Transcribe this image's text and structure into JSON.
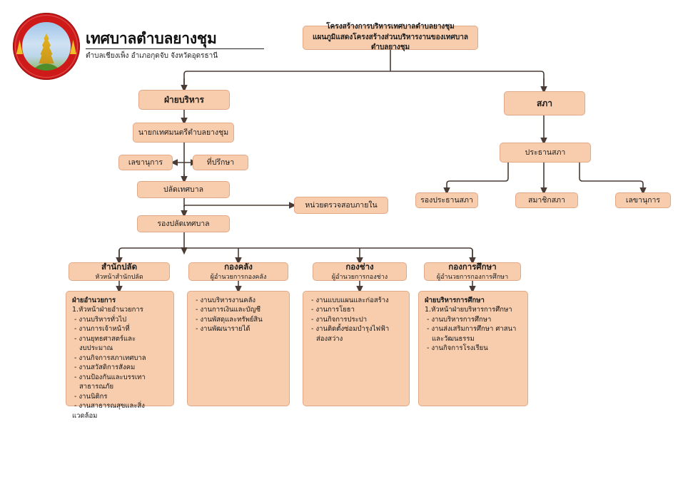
{
  "header": {
    "municipality_name": "เทศบาลตำบลยางชุม",
    "municipality_subtitle": "ตำบลเชียงเพ็ง อำเภอกุดจับ จังหวัดอุดรธานี",
    "logo_alt": "municipal-seal"
  },
  "title_box": {
    "line1": "โครงสร้างการบริหารเทศบาลตำบลยางชุม",
    "line2": "แผนภูมิแสดงโครงสร้างส่วนบริหารงานของเทศบาลตำบลยางชุม"
  },
  "executive_branch": {
    "root": "ฝ่ายบริหาร",
    "mayor": "นายกเทศมนตรีตำบลยางชุม",
    "secretary": "เลขานุการ",
    "advisor": "ที่ปรึกษา",
    "clerk": "ปลัดเทศบาล",
    "internal_audit": "หน่วยตรวจสอบภายใน",
    "deputy_clerk": "รองปลัดเทศบาล"
  },
  "council_branch": {
    "root": "สภา",
    "president": "ประธานสภา",
    "vice_president": "รองประธานสภา",
    "member": "สมาชิกสภา",
    "secretary": "เลขานุการ"
  },
  "departments": [
    {
      "title": "สำนักปลัด",
      "subtitle": "หัวหน้าสำนักปลัด"
    },
    {
      "title": "กองคลัง",
      "subtitle": "ผู้อำนวยการกองคลัง"
    },
    {
      "title": "กองช่าง",
      "subtitle": "ผู้อำนวยการกองช่าง"
    },
    {
      "title": "กองการศึกษา",
      "subtitle": "ผู้อำนวยการกองการศึกษา"
    }
  ],
  "panels": [
    {
      "header": "ฝ่ายอำนวยการ",
      "numbered": "1.หัวหน้าฝ่ายอำนวยการ",
      "items": [
        {
          "text": " - งานบริหารทั่วไป",
          "indent": false
        },
        {
          "text": " - งานการเจ้าหน้าที่",
          "indent": false
        },
        {
          "text": " - งานยุทธศาสตร์และ",
          "indent": false
        },
        {
          "text": "งบประมาณ",
          "indent": true
        },
        {
          "text": " - งานกิจการสภาเทศบาล",
          "indent": false
        },
        {
          "text": " - งานสวัสดิการสังคม",
          "indent": false
        },
        {
          "text": " - งานป้องกันและบรรเทา",
          "indent": false
        },
        {
          "text": "สาธารณภัย",
          "indent": true
        },
        {
          "text": " - งานนิติกร",
          "indent": false
        },
        {
          "text": " - งานสาธารณสุขและสิ่งแวดล้อม",
          "indent": false
        }
      ]
    },
    {
      "header": "",
      "numbered": "",
      "items": [
        {
          "text": " - งานบริหารงานคลัง",
          "indent": false
        },
        {
          "text": " - งานการเงินและบัญชี",
          "indent": false
        },
        {
          "text": " - งานพัสดุและทรัพย์สิน",
          "indent": false
        },
        {
          "text": " - งานพัฒนารายได้",
          "indent": false
        }
      ]
    },
    {
      "header": "",
      "numbered": "",
      "items": [
        {
          "text": " - งานแบบแผนและก่อสร้าง",
          "indent": false
        },
        {
          "text": " - งานการโยธา",
          "indent": false
        },
        {
          "text": " - งานกิจการประปา",
          "indent": false
        },
        {
          "text": " - งานติดตั้งซ่อมบำรุงไฟฟ้า",
          "indent": false
        },
        {
          "text": "ส่องสว่าง",
          "indent": true
        }
      ]
    },
    {
      "header": "ฝ่ายบริหารการศึกษา",
      "numbered": "1.หัวหน้าฝ่ายบริหารการศึกษา",
      "items": [
        {
          "text": " - งานบริหารการศึกษา",
          "indent": false
        },
        {
          "text": " - งานส่งเสริมการศึกษา ศาสนา",
          "indent": false
        },
        {
          "text": "และวัฒนธรรม",
          "indent": true
        },
        {
          "text": " - งานกิจการโรงเรียน",
          "indent": false
        }
      ]
    }
  ],
  "colors": {
    "box_fill": "#f7cdae",
    "box_border": "#e0a987",
    "connector": "#4a3b35",
    "seal_red": "#cf1a1a",
    "seal_gold": "#e8b520"
  }
}
